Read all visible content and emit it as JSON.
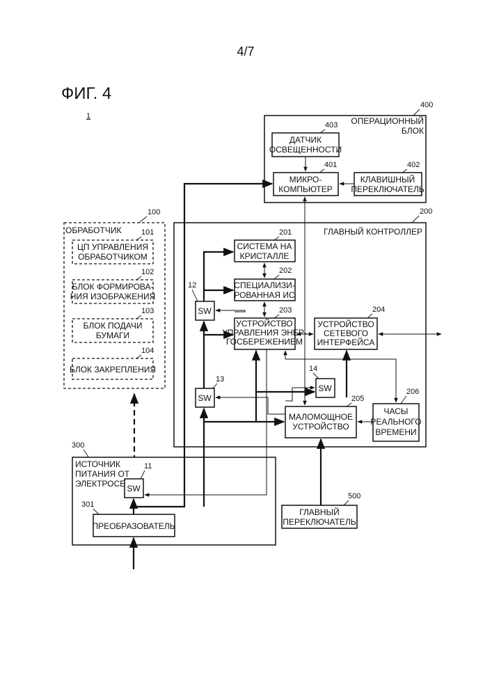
{
  "page_number": "4/7",
  "figure_title": "ФИГ. 4",
  "system_ref": "1",
  "processor": {
    "ref": "100",
    "label": "ОБРАБОТЧИК",
    "cpu": {
      "ref": "101",
      "line1": "ЦП УПРАВЛЕНИЯ",
      "line2": "ОБРАБОТЧИКОМ"
    },
    "image_forming": {
      "ref": "102",
      "line1": "БЛОК ФОРМИРОВА-",
      "line2": "НИЯ ИЗОБРАЖЕНИЯ"
    },
    "paper_feed": {
      "ref": "103",
      "line1": "БЛОК ПОДАЧИ",
      "line2": "БУМАГИ"
    },
    "fixing": {
      "ref": "104",
      "label": "БЛОК ЗАКРЕПЛЕНИЯ"
    }
  },
  "operation_unit": {
    "ref": "400",
    "line1": "ОПЕРАЦИОННЫЙ",
    "line2": "БЛОК",
    "light_sensor": {
      "ref": "403",
      "line1": "ДАТЧИК",
      "line2": "ОСВЕЩЕННОСТИ"
    },
    "microcomputer": {
      "ref": "401",
      "line1": "МИКРО-",
      "line2": "КОМПЬЮТЕР"
    },
    "key_switch": {
      "ref": "402",
      "line1": "КЛАВИШНЫЙ",
      "line2": "ПЕРЕКЛЮЧАТЕЛЬ"
    }
  },
  "main_controller": {
    "ref": "200",
    "label": "ГЛАВНЫЙ КОНТРОЛЛЕР",
    "soc": {
      "ref": "201",
      "line1": "СИСТЕМА НА",
      "line2": "КРИСТАЛЛЕ"
    },
    "asic": {
      "ref": "202",
      "line1": "СПЕЦИАЛИЗИ-",
      "line2": "РОВАННАЯ ИС"
    },
    "power_mgmt": {
      "ref": "203",
      "line1": "УСТРОЙСТВО",
      "line2": "УПРАВЛЕНИЯ ЭНЕР-",
      "line3": "ГОСБЕРЕЖЕНИЕМ"
    },
    "network_if": {
      "ref": "204",
      "line1": "УСТРОЙСТВО",
      "line2": "СЕТЕВОГО",
      "line3": "ИНТЕРФЕЙСА"
    },
    "low_power": {
      "ref": "205",
      "line1": "МАЛОМОЩНОЕ",
      "line2": "УСТРОЙСТВО"
    },
    "rtc": {
      "ref": "206",
      "line1": "ЧАСЫ",
      "line2": "РЕАЛЬНОГО",
      "line3": "ВРЕМЕНИ"
    }
  },
  "switches": {
    "label": "SW",
    "sw11_ref": "11",
    "sw12_ref": "12",
    "sw13_ref": "13",
    "sw14_ref": "14"
  },
  "power_source": {
    "ref": "300",
    "line1": "ИСТОЧНИК",
    "line2": "ПИТАНИЯ ОТ",
    "line3": "ЭЛЕКТРОСЕТИ",
    "converter": {
      "ref": "301",
      "label": "ПРЕОБРАЗОВАТЕЛЬ"
    }
  },
  "main_switch": {
    "ref": "500",
    "line1": "ГЛАВНЫЙ",
    "line2": "ПЕРЕКЛЮЧАТЕЛЬ"
  }
}
